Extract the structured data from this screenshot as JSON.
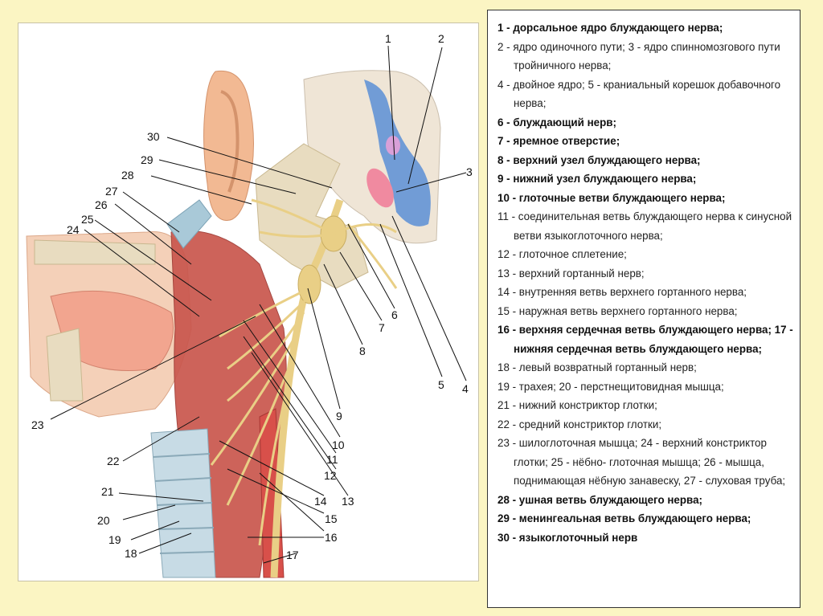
{
  "figure": {
    "callouts": [
      "1",
      "2",
      "3",
      "4",
      "5",
      "6",
      "7",
      "8",
      "9",
      "10",
      "11",
      "12",
      "13",
      "14",
      "15",
      "16",
      "17",
      "18",
      "19",
      "20",
      "21",
      "22",
      "23",
      "24",
      "25",
      "26",
      "27",
      "28",
      "29",
      "30"
    ]
  },
  "legend": {
    "items": [
      {
        "text": "1 - дорсальное ядро блуждающего нерва;",
        "bold": true
      },
      {
        "text": "2 - ядро одиночного пути; 3 - ядро спинномозгового пути тройничного нерва;",
        "bold": false
      },
      {
        "text": "4 - двойное ядро; 5 - краниальный корешок добавочного нерва;",
        "bold": false
      },
      {
        "text": "6 - блуждающий нерв;",
        "bold": true
      },
      {
        "text": "7 - яремное отверстие;",
        "bold": true
      },
      {
        "text": "8 - верхний узел блуждающего нерва;",
        "bold": true
      },
      {
        "text": "9 - нижний узел блуждающего нерва;",
        "bold": true
      },
      {
        "text": "10 - глоточные ветви блуждающего нерва;",
        "bold": true
      },
      {
        "text": "11 - соединительная ветвь блуждающего нерва к синусной ветви языкоглоточного нерва;",
        "bold": false
      },
      {
        "text": "12 - глоточное сплетение;",
        "bold": false
      },
      {
        "text": "13 - верхний гортанный нерв;",
        "bold": false
      },
      {
        "text": "14 - внутренняя ветвь верхнего гортанного нерва;",
        "bold": false
      },
      {
        "text": "15 - наружная ветвь верхнего гортанного нерва;",
        "bold": false
      },
      {
        "text": "16 - верхняя сердечная ветвь блуждающего нерва; 17 - нижняя сердечная ветвь блуждающего нерва;",
        "bold": true
      },
      {
        "text": "18 - левый возвратный гортанный нерв;",
        "bold": false
      },
      {
        "text": "19 - трахея; 20 - перстнещитовидная мышца;",
        "bold": false
      },
      {
        "text": "21 - нижний констриктор глотки;",
        "bold": false
      },
      {
        "text": "22 - средний констриктор глотки;",
        "bold": false
      },
      {
        "text": "23 - шилоглоточная мышца; 24 - верхний констриктор глотки; 25 - нёбно- глоточная мышца; 26 - мышца, поднимающая нёбную занавеску, 27 - слуховая труба;",
        "bold": false
      },
      {
        "text": "28 - ушная ветвь блуждающего нерва;",
        "bold": true
      },
      {
        "text": "29 - менингеальная ветвь блуждающего нерва;",
        "bold": true
      },
      {
        "text": "30 - языкоглоточный нерв",
        "bold": true
      }
    ]
  },
  "colors": {
    "page_background": "#fbf5c3",
    "nerve": "#e9cf86",
    "muscle": "#c9564d",
    "bone": "#e8dcc0",
    "skin": "#f2c7a8",
    "brainstem_blue": "#5b8fd6",
    "brainstem_pink": "#f08aa0"
  }
}
